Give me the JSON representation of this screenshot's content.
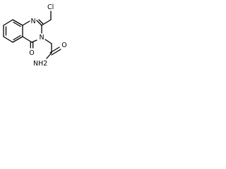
{
  "molecule": {
    "atoms": {
      "ring_n1": "N",
      "ring_n3": "N",
      "carbonyl_o": "O",
      "chlorine": "Cl",
      "amide_o": "O",
      "amide_n": "NH2"
    }
  },
  "colors": {
    "ink": "#000000",
    "background": "#ffffff"
  }
}
